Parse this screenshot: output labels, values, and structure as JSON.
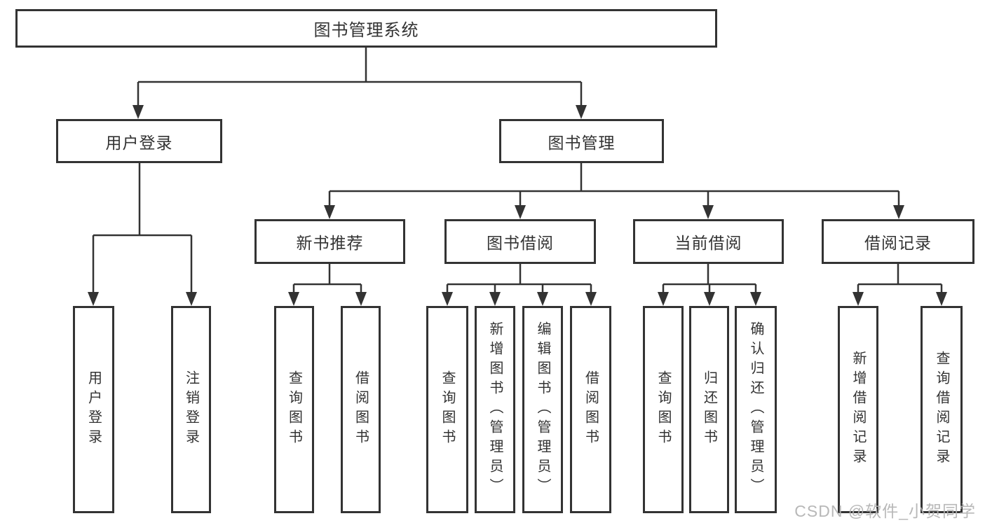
{
  "diagram_type": "hierarchy-flowchart",
  "colors": {
    "line": "#333333",
    "box_border": "#333333",
    "box_fill": "#ffffff",
    "text": "#333333",
    "background": "#ffffff",
    "watermark_text_color": "#b2b2b2"
  },
  "watermark": "CSDN @软件_小贺同学",
  "tree": {
    "root": {
      "label": "图书管理系统",
      "children": [
        {
          "label": "用户登录",
          "children": [
            {
              "label": "用户登录"
            },
            {
              "label": "注销登录"
            }
          ]
        },
        {
          "label": "图书管理",
          "children": [
            {
              "label": "新书推荐",
              "children": [
                {
                  "label": "查询图书"
                },
                {
                  "label": "借阅图书"
                }
              ]
            },
            {
              "label": "图书借阅",
              "children": [
                {
                  "label": "查询图书"
                },
                {
                  "label": "新增图书（管理员）"
                },
                {
                  "label": "编辑图书（管理员）"
                },
                {
                  "label": "借阅图书"
                }
              ]
            },
            {
              "label": "当前借阅",
              "children": [
                {
                  "label": "查询图书"
                },
                {
                  "label": "归还图书"
                },
                {
                  "label": "确认归还（管理员）"
                }
              ]
            },
            {
              "label": "借阅记录",
              "children": [
                {
                  "label": "新增借阅记录"
                },
                {
                  "label": "查询借阅记录"
                }
              ]
            }
          ]
        }
      ]
    }
  }
}
